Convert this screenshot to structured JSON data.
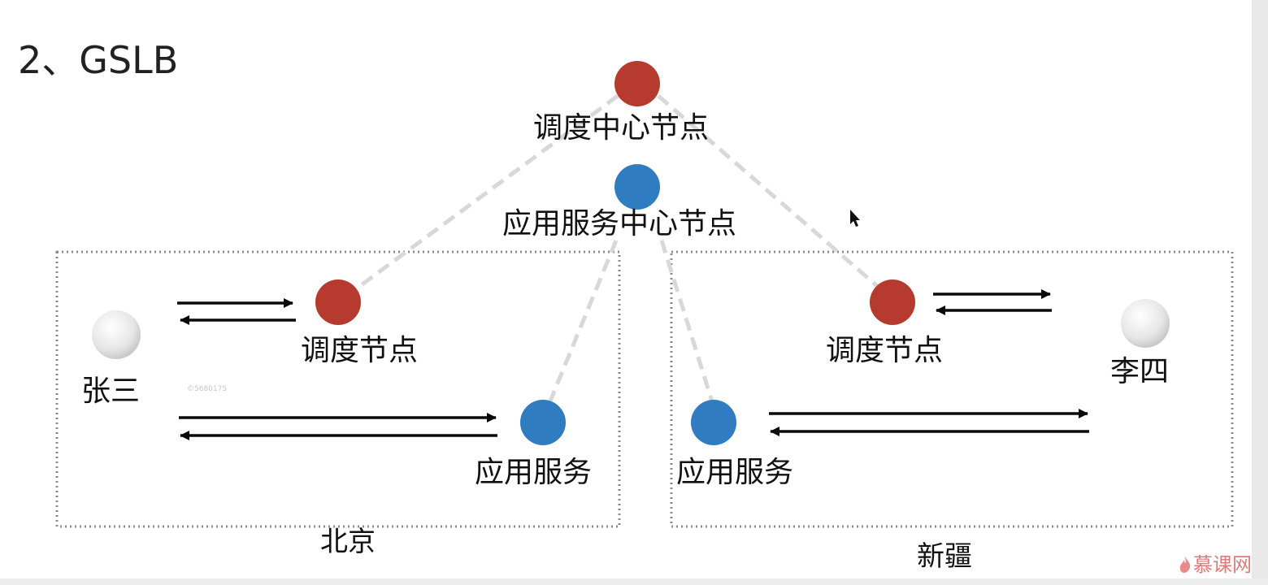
{
  "title": "2、GSLB",
  "nodes": {
    "central_scheduler": "调度中心节点",
    "central_app": "应用服务中心节点",
    "bj_scheduler": "调度节点",
    "bj_app": "应用服务",
    "xj_scheduler": "调度节点",
    "xj_app": "应用服务"
  },
  "users": {
    "zhangsan": "张三",
    "lisi": "李四"
  },
  "regions": {
    "beijing": "北京",
    "xinjiang": "新疆"
  },
  "watermark": {
    "id": "©5680175",
    "brand": "慕课网"
  },
  "colors": {
    "scheduler": "#b73a2e",
    "app_service": "#2f7cc0",
    "user": "#dedede",
    "link": "#d8d8d8",
    "region_border": "#8c8c8c",
    "arrow": "#0a0a0a"
  }
}
